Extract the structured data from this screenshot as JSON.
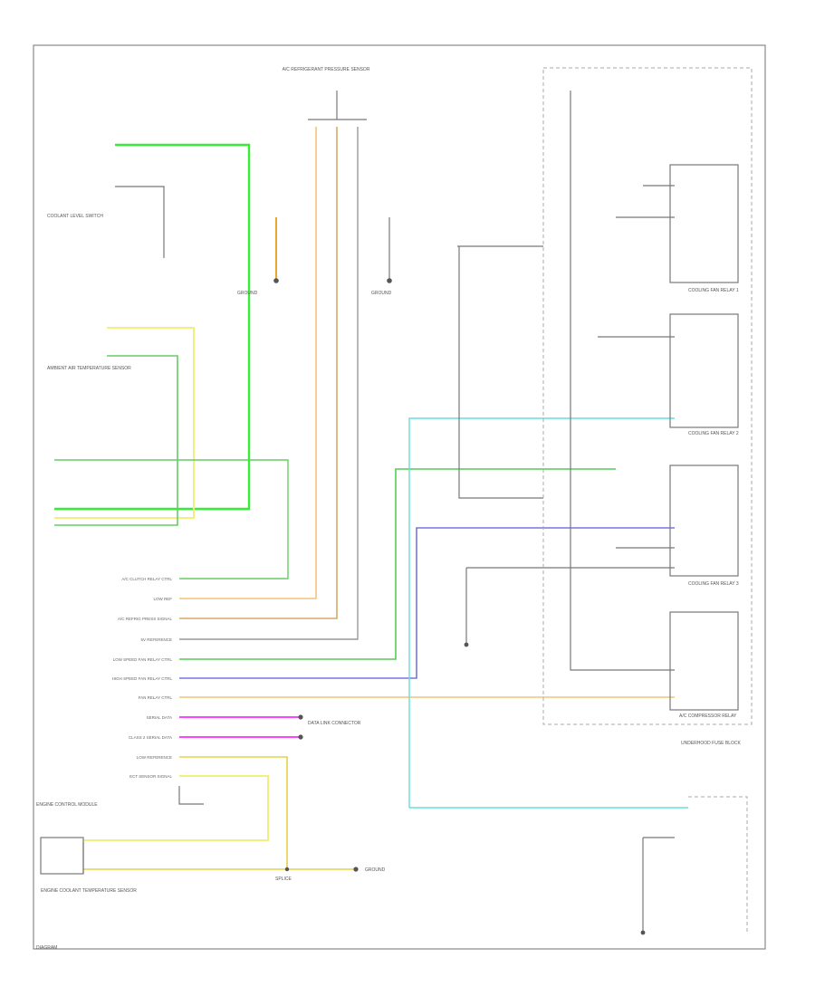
{
  "colors": {
    "green_bright": "#33ee33",
    "green": "#66cc66",
    "yellow": "#f0f080",
    "yellow_dark": "#e8d048",
    "orange": "#f2c478",
    "tan": "#d8a868",
    "brown": "#c89868",
    "gray": "#999999",
    "black": "#777777",
    "cyan": "#66dddd",
    "blue": "#7777dd",
    "magenta": "#ff44ff",
    "frame": "#888888"
  },
  "texts": {
    "top_connector": "A/C REFRIGERANT PRESSURE SENSOR",
    "coolant_sensor": "COOLANT LEVEL SWITCH",
    "ambient_sensor": "AMBIENT AIR TEMPERATURE SENSOR",
    "engine_coolant_temp": "ENGINE COOLANT TEMPERATURE SENSOR",
    "underhood_fuse": "UNDERHOOD FUSE BLOCK",
    "pcm": "ENGINE CONTROL MODULE",
    "fan_relay_1": "COOLING FAN RELAY 1",
    "fan_relay_2": "COOLING FAN RELAY 2",
    "fan_relay_3": "COOLING FAN RELAY 3",
    "ac_relay": "A/C COMPRESSOR RELAY",
    "pcm_pins": [
      "A/C CLUTCH RELAY CTRL",
      "LOW REF",
      "A/C REFRIG PRESS SIGNAL",
      "5V REFERENCE",
      "LOW SPEED FAN RELAY CTRL",
      "HIGH SPEED FAN RELAY CTRL",
      "FAN RELAY CTRL",
      "SERIAL DATA",
      "CLASS 2 SERIAL DATA",
      "LOW REFERENCE",
      "ECT SENSOR SIGNAL"
    ],
    "data_link": "DATA LINK CONNECTOR",
    "ground_1": "GROUND",
    "ground_2": "GROUND",
    "ground_3": "GROUND",
    "splice": "SPLICE",
    "footer": "DIAGRAM"
  }
}
